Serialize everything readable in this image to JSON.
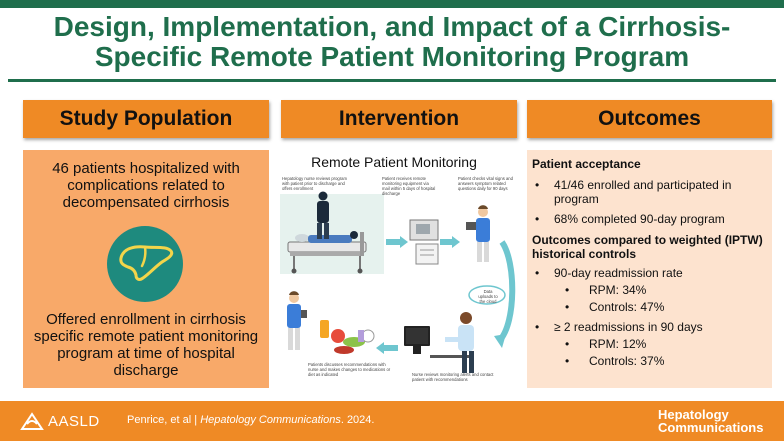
{
  "title": {
    "line1": "Design, Implementation, and Impact of a Cirrhosis-",
    "line2": "Specific Remote Patient Monitoring Program"
  },
  "headers": {
    "study_population": "Study Population",
    "intervention": "Intervention",
    "outcomes": "Outcomes"
  },
  "study_population": {
    "text1": "46 patients hospitalized with complications related to decompensated cirrhosis",
    "text2": "Offered enrollment in cirrhosis specific remote patient monitoring program at time of hospital discharge",
    "icon": "liver-icon"
  },
  "intervention": {
    "title": "Remote Patient Monitoring",
    "captions": {
      "c1": "Hepatology nurse reviews program with patient prior to discharge and offers enrollment",
      "c2": "Patient receives remote monitoring equipment via mail within 5 days of hospital discharge",
      "c3": "Patient checks vital signs and answers symptom related questions daily for 90 days",
      "c4": "Data uploads to the cloud",
      "c5": "Patients discusses recommendations with nurse and makes changes to medications or diet as indicated",
      "c6": "Nurse reviews monitoring alerts and contact patient with recommendations"
    }
  },
  "outcomes": {
    "acceptance_heading": "Patient acceptance",
    "acceptance": [
      "41/46 enrolled and participated in program",
      "68% completed 90-day program"
    ],
    "compare_heading": "Outcomes compared to weighted (IPTW) historical controls",
    "readmission_label": "90-day readmission rate",
    "readmission_sub": [
      "RPM: 34%",
      "Controls: 47%"
    ],
    "multi_label": "≥ 2  readmissions in 90 days",
    "multi_sub": [
      "RPM: 12%",
      "Controls: 37%"
    ]
  },
  "footer": {
    "logo": "AASLD",
    "citation_authors": "Penrice, et al  |",
    "citation_journal": "Hepatology Communications",
    "citation_year": ". 2024.",
    "journal_line1": "Hepatology",
    "journal_line2": "Communications"
  },
  "colors": {
    "green": "#1f6e4c",
    "orange": "#ef8a25",
    "light_orange": "#f8a969",
    "pale_orange": "#fde3cf",
    "liver_teal": "#1e8a7e"
  }
}
